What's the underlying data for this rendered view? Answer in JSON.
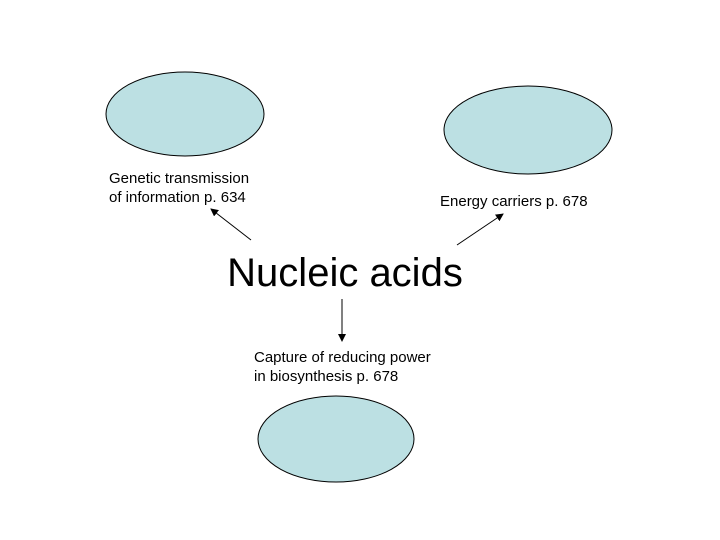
{
  "diagram": {
    "center_label": "Nucleic acids",
    "nodes": [
      {
        "id": "genetic",
        "lines": [
          "Genetic transmission",
          "of information p. 634"
        ]
      },
      {
        "id": "energy",
        "lines": [
          "Energy carriers p. 678"
        ]
      },
      {
        "id": "capture",
        "lines": [
          "Capture of reducing power",
          "in biosynthesis p. 678"
        ]
      }
    ],
    "colors": {
      "ellipse_fill": "#bce0e3",
      "stroke": "#000000",
      "text": "#000000",
      "background": "#ffffff"
    }
  }
}
